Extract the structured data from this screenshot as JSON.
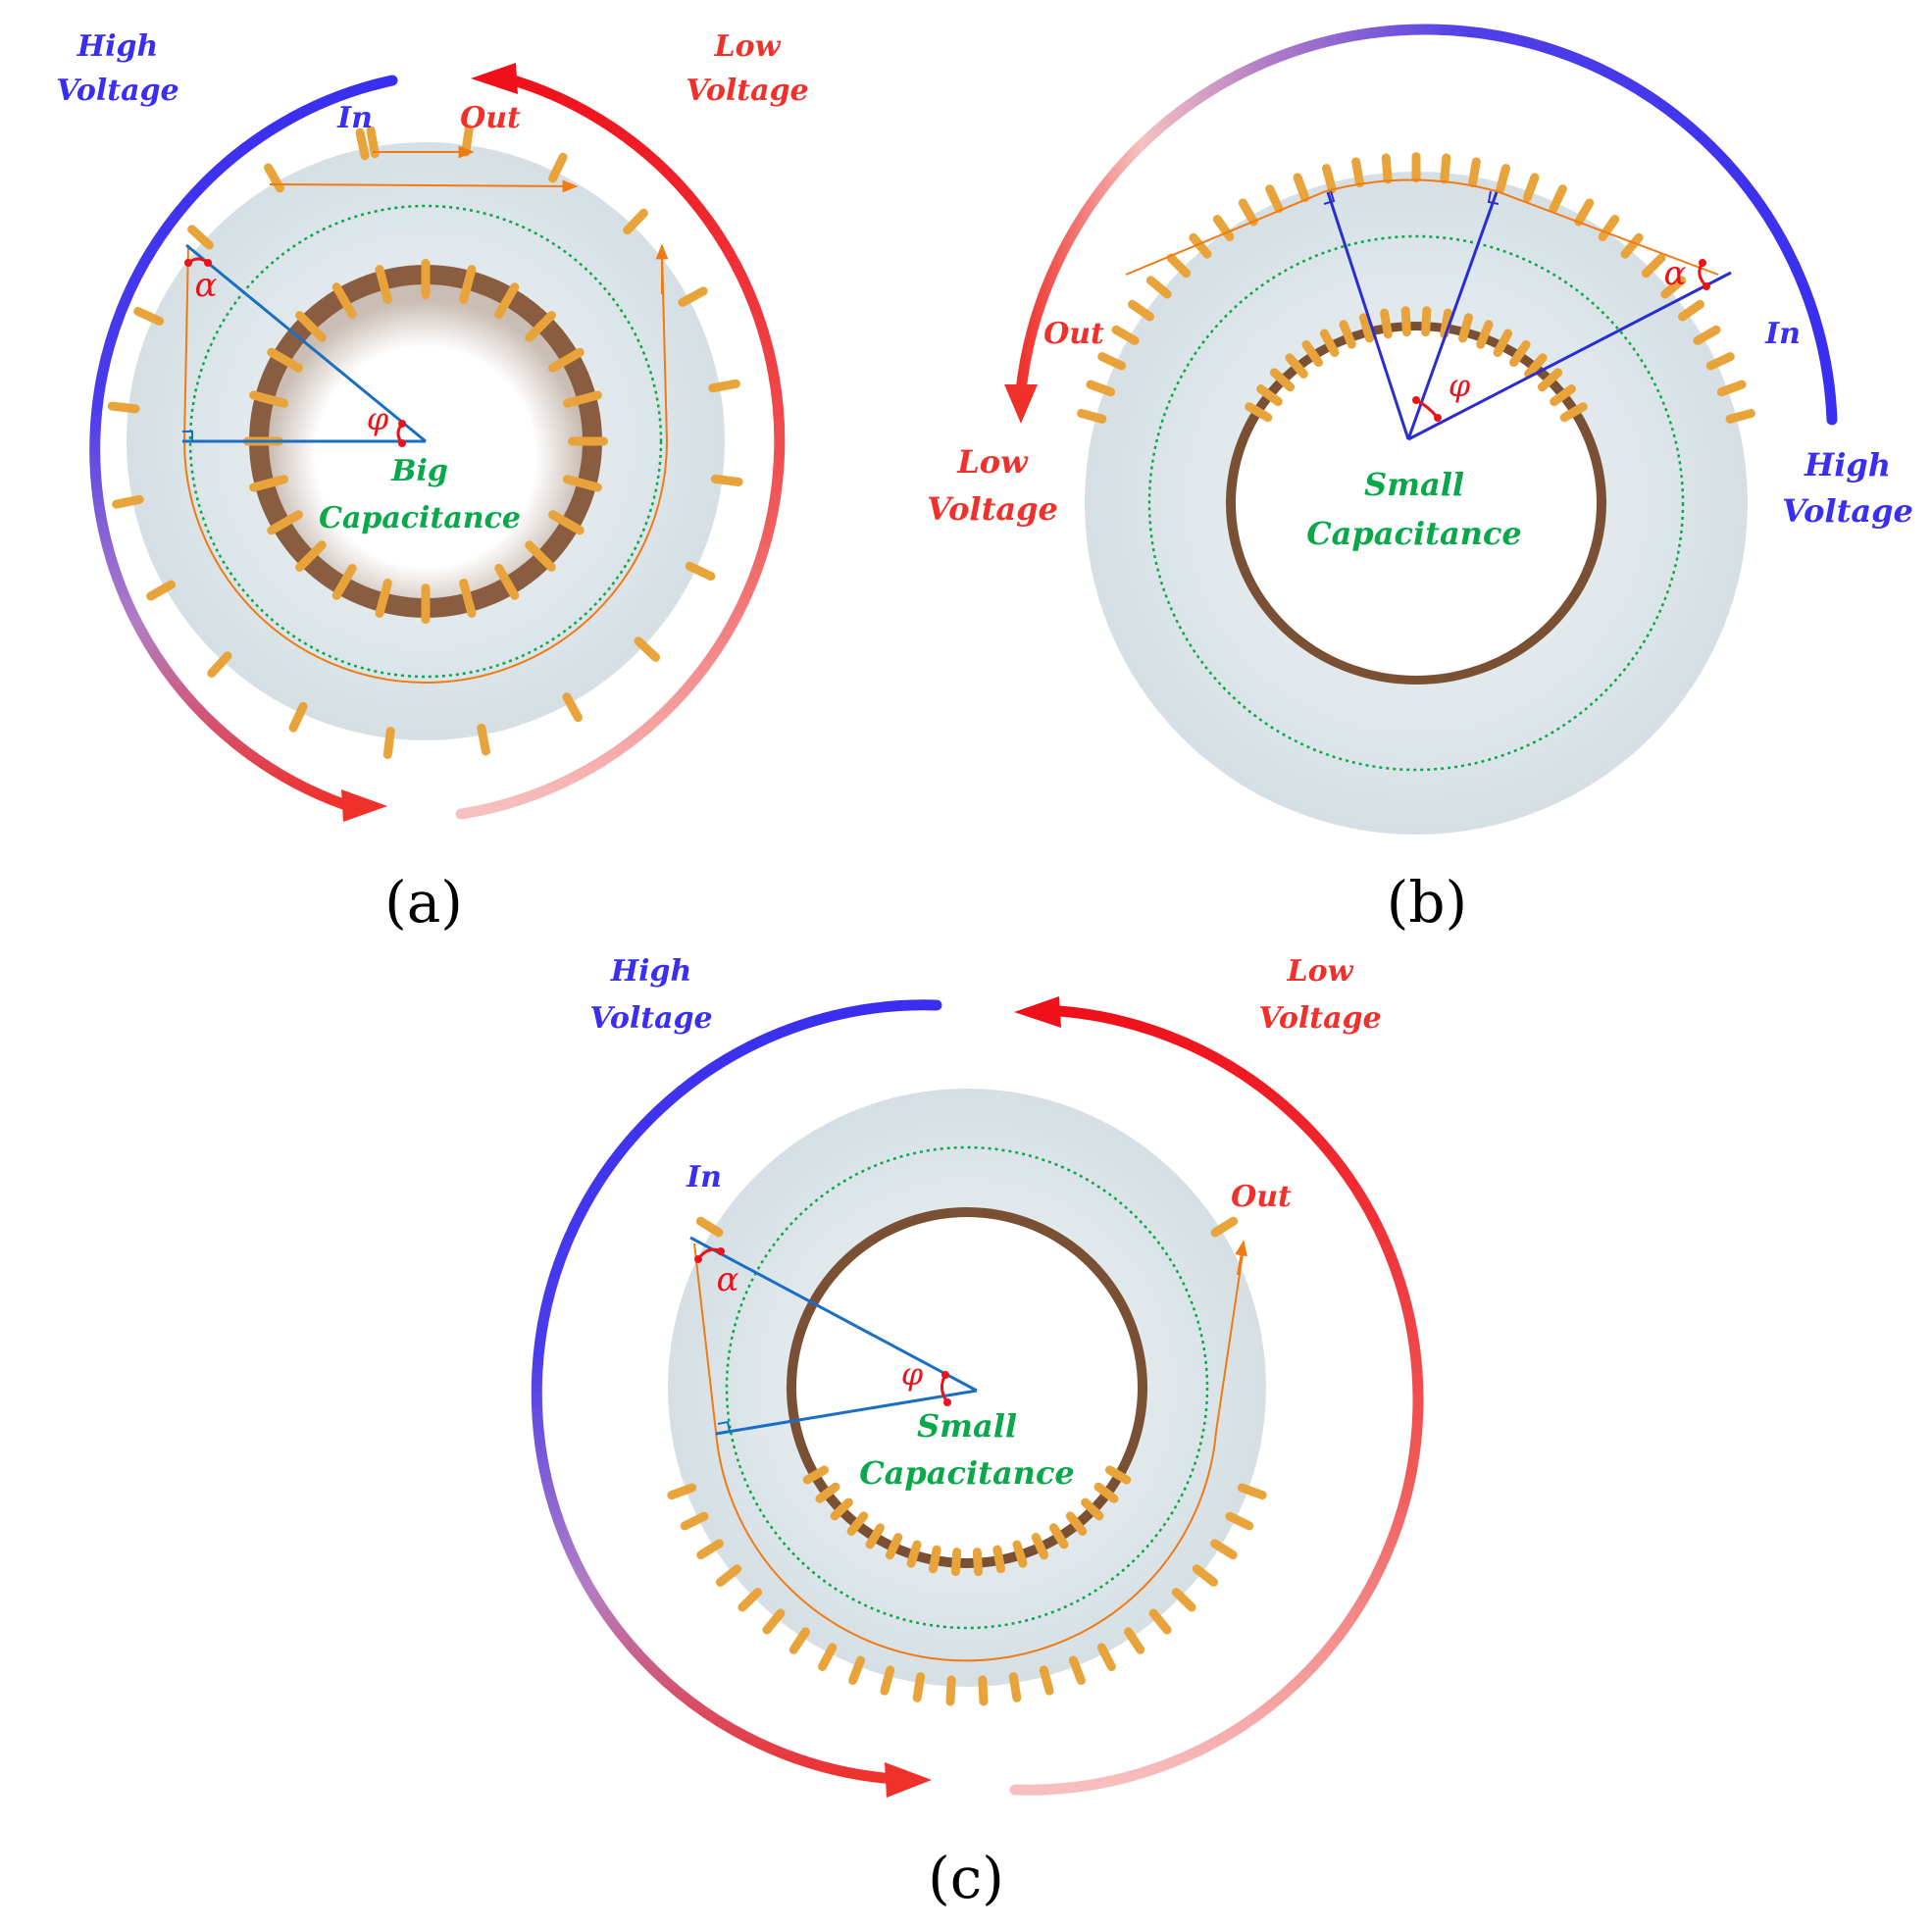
{
  "colors": {
    "high_voltage": "#3a2ef0",
    "low_voltage": "#f0302a",
    "capacitance": "#0aa84a",
    "geometry_line": "#1a6fc4",
    "angle_mark": "#e8141a",
    "path_line": "#f07a14",
    "disc_fill": "#dde6ea",
    "bore_ring": "#7a5034",
    "pin_color": "#e8a43a",
    "caption": "#000000"
  },
  "panels": [
    {
      "id": "a",
      "caption": "(a)",
      "high_voltage_line1": "High",
      "high_voltage_line2": "Voltage",
      "low_voltage_line1": "Low",
      "low_voltage_line2": "Voltage",
      "in_label": "In",
      "out_label": "Out",
      "capacitance_line1": "Big",
      "capacitance_line2": "Capacitance",
      "alpha": "α",
      "phi": "φ"
    },
    {
      "id": "b",
      "caption": "(b)",
      "high_voltage_line1": "High",
      "high_voltage_line2": "Voltage",
      "low_voltage_line1": "Low",
      "low_voltage_line2": "Voltage",
      "in_label": "In",
      "out_label": "Out",
      "capacitance_line1": "Small",
      "capacitance_line2": "Capacitance",
      "alpha": "α",
      "phi": "φ"
    },
    {
      "id": "c",
      "caption": "(c)",
      "high_voltage_line1": "High",
      "high_voltage_line2": "Voltage",
      "low_voltage_line1": "Low",
      "low_voltage_line2": "Voltage",
      "in_label": "In",
      "out_label": "Out",
      "capacitance_line1": "Small",
      "capacitance_line2": "Capacitance",
      "alpha": "α",
      "phi": "φ"
    }
  ]
}
